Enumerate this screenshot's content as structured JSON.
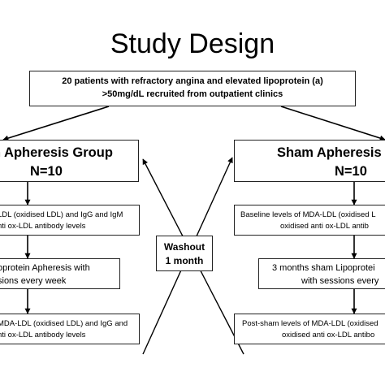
{
  "title": "Study Design",
  "recruitment": {
    "line1": "20 patients with  refractory angina and elevated lipoprotein (a)",
    "line2": ">50mg/dL recruited from outpatient clinics"
  },
  "left_arm": {
    "group_line1": "n Apheresis Group",
    "group_line2": "N=10",
    "baseline_line1": "LDL  (oxidised LDL) and IgG and IgM",
    "baseline_line2": "nti ox-LDL antibody levels",
    "treatment_line1": "oprotein Apheresis  with",
    "treatment_line2": "sions every week",
    "post_line1": "MDA-LDL  (oxidised LDL) and IgG and",
    "post_line2": "nti ox-LDL antibody levels"
  },
  "right_arm": {
    "group_line1": "Sham Apheresis",
    "group_line2": "N=10",
    "baseline_line1": "Baseline levels of MDA-LDL  (oxidised L",
    "baseline_line2": "oxidised anti ox-LDL antib",
    "treatment_line1": "3 months  sham Lipoprotei",
    "treatment_line2": "with sessions every",
    "post_line1": "Post-sham levels of MDA-LDL  (oxidised",
    "post_line2": "oxidised anti ox-LDL antibo"
  },
  "washout": {
    "line1": "Washout",
    "line2": "1 month"
  }
}
